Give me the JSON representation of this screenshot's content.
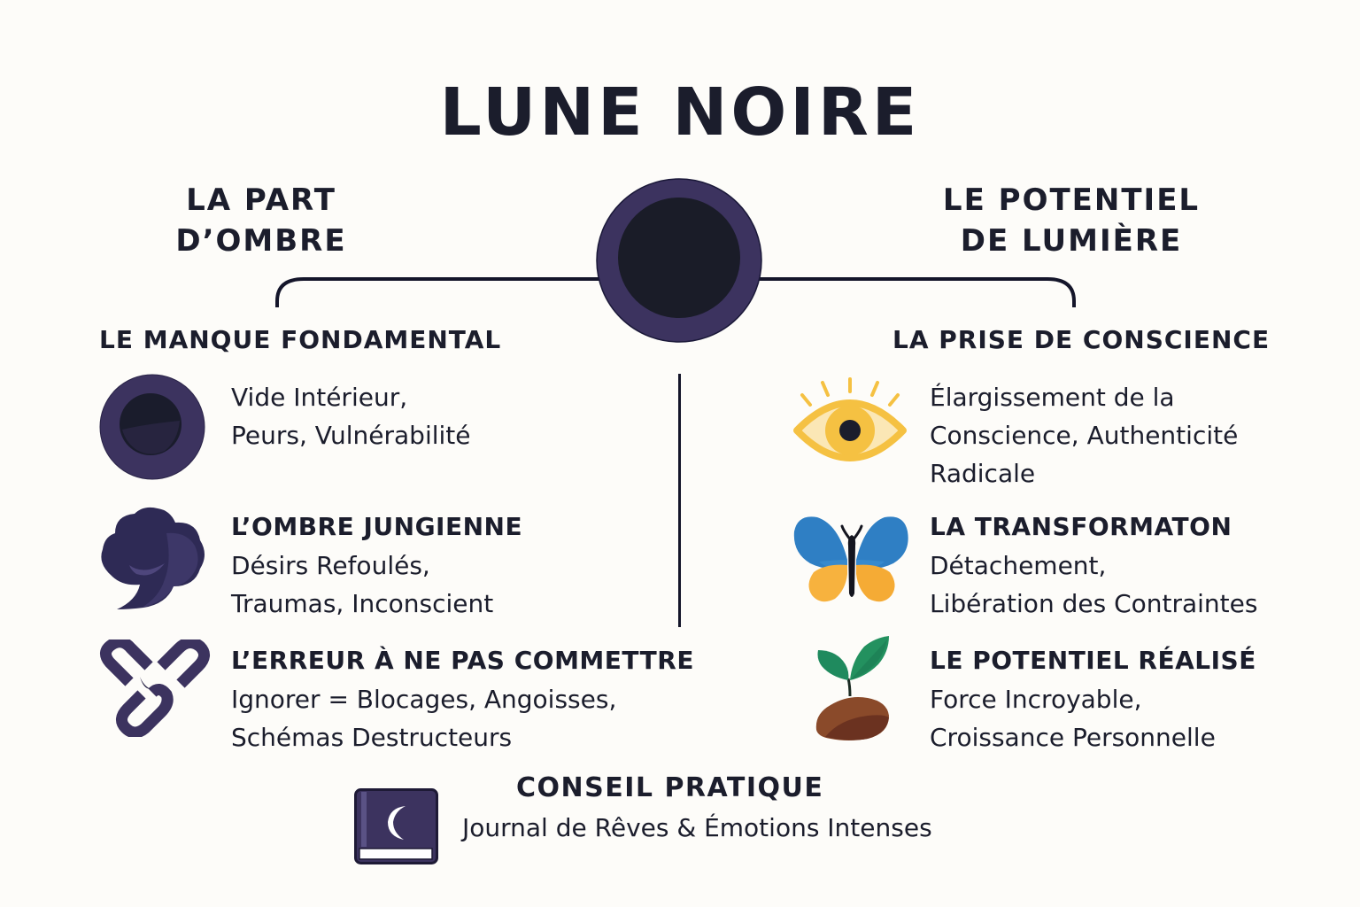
{
  "title": "LUNE NOIRE",
  "colors": {
    "background": "#fdfcf9",
    "text": "#1b1d2c",
    "purple": "#3c335f",
    "dark_core": "#1a1c28",
    "gold": "#f5c142",
    "blue": "#2f7fc4",
    "orange": "#f7b23e",
    "green": "#1f8a5e",
    "brown": "#7a3e26"
  },
  "left_column": {
    "heading_lines": [
      "LA PART",
      "D’OMBRE"
    ],
    "section_title": "LE MANQUE FONDAMENTAL",
    "items": [
      {
        "icon": "dark-moon-icon",
        "heading": "",
        "lines": [
          "Vide Intérieur,",
          "Peurs, Vulnérabilité"
        ]
      },
      {
        "icon": "shadow-cloud-icon",
        "heading": "L’OMBRE JUNGIENNE",
        "lines": [
          "Désirs Refoulés,",
          "Traumas, Inconscient"
        ]
      },
      {
        "icon": "chain-links-icon",
        "heading": "L’ERREUR À NE PAS COMMETTRE",
        "lines": [
          "Ignorer = Blocages, Angoisses,",
          "Schémas Destructeurs"
        ]
      }
    ]
  },
  "right_column": {
    "heading_lines": [
      "LE POTENTIEL",
      "DE LUMIÈRE"
    ],
    "section_title": "LA PRISE DE CONSCIENCE",
    "items": [
      {
        "icon": "eye-icon",
        "heading": "",
        "lines": [
          "Élargissement de la",
          "Conscience, Authenticité",
          "Radicale"
        ]
      },
      {
        "icon": "butterfly-icon",
        "heading": "LA TRANSFORMATON",
        "lines": [
          "Détachement,",
          "Libération des Contraintes"
        ]
      },
      {
        "icon": "sprout-icon",
        "heading": "LE POTENTIEL RÉALISÉ",
        "lines": [
          "Force Incroyable,",
          "Croissance Personnelle"
        ]
      }
    ]
  },
  "tip": {
    "icon": "moon-journal-icon",
    "heading": "CONSEIL PRATIQUE",
    "text": "Journal de Rêves & Émotions Intenses"
  }
}
